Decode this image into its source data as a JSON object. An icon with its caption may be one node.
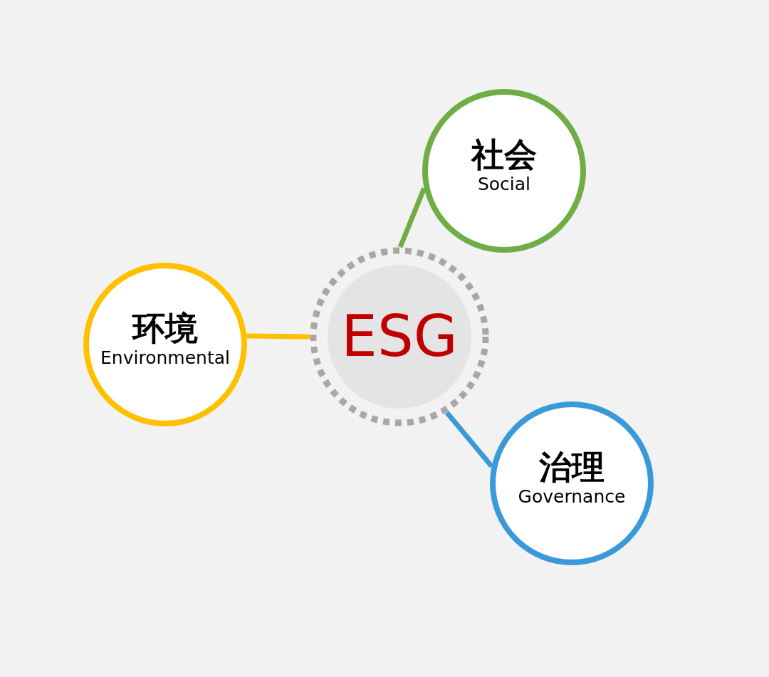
{
  "diagram": {
    "nodes": [
      {
        "text": [
          "ESG"
        ]
      },
      {
        "text": [
          "社会",
          "Social"
        ]
      },
      {
        "text": [
          "环境",
          "Environmental"
        ]
      },
      {
        "text": [
          "治理",
          "Governance"
        ]
      }
    ],
    "edges": [
      {
        "from": 0,
        "to": 1,
        "arrow": "none",
        "color": "#70ad47"
      },
      {
        "from": 0,
        "to": 2,
        "arrow": "none",
        "color": "#ffc000"
      },
      {
        "from": 0,
        "to": 3,
        "arrow": "none",
        "color": "#3a9ad9"
      }
    ]
  }
}
